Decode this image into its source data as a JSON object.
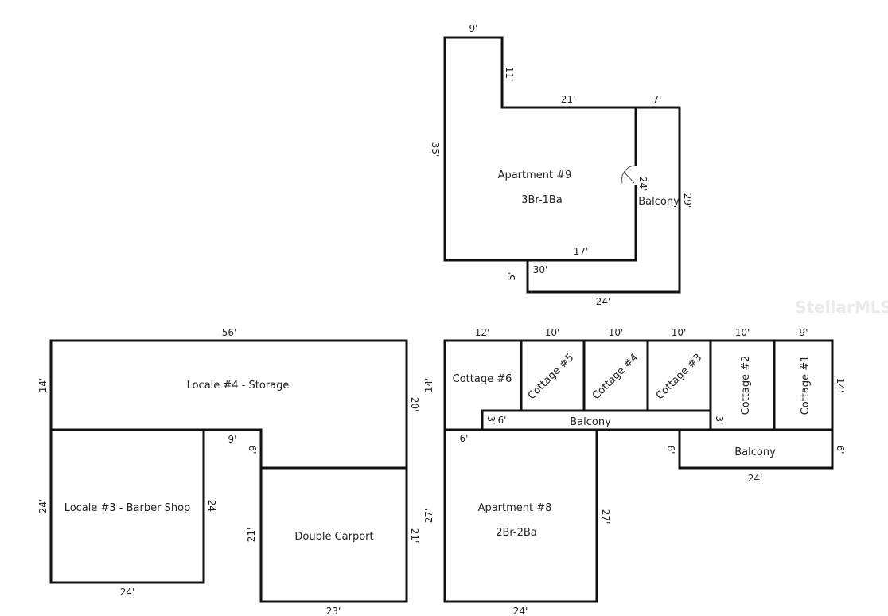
{
  "apartment9": {
    "name": "Apartment #9",
    "layout": "3Br-1Ba",
    "balcony": "Balcony",
    "dims": {
      "top": "9'",
      "notch": "11'",
      "mid_top": "21'",
      "balcony_top": "7'",
      "left": "35'",
      "inner_right": "24'",
      "balcony_right": "29'",
      "bottom": "17'",
      "step": "30'",
      "step_left": "5'",
      "balcony_bottom": "24'"
    }
  },
  "locale4": {
    "name": "Locale #4 - Storage",
    "dims": {
      "top": "56'",
      "left": "14'",
      "right": "20'",
      "gap_top": "9'",
      "gap_side": "6'"
    }
  },
  "locale3": {
    "name": "Locale #3 - Barber Shop",
    "dims": {
      "left": "24'",
      "right": "24'",
      "bottom": "24'"
    }
  },
  "carport": {
    "name": "Double Carport",
    "dims": {
      "left": "21'",
      "right": "21'",
      "bottom": "23'"
    }
  },
  "cottages": [
    {
      "name": "Cottage #6",
      "width": "12'"
    },
    {
      "name": "Cottage #5",
      "width": "10'"
    },
    {
      "name": "Cottage #4",
      "width": "10'"
    },
    {
      "name": "Cottage #3",
      "width": "10'"
    },
    {
      "name": "Cottage #2",
      "width": "10'"
    },
    {
      "name": "Cottage #1",
      "width": "9'"
    }
  ],
  "cottage_dims": {
    "left": "14'",
    "right": "14'",
    "balcony_depth": "3'",
    "balcony_offset": "6'",
    "cottage2_offset": "3'"
  },
  "lower_balcony": {
    "name": "Balcony",
    "upper_name": "Balcony",
    "dims": {
      "left": "6'",
      "right": "6'",
      "bottom": "24'"
    }
  },
  "apartment8": {
    "name": "Apartment #8",
    "layout": "2Br-2Ba",
    "dims": {
      "top_left": "6'",
      "left": "27'",
      "right": "27'",
      "bottom": "24'"
    }
  },
  "watermark": "StellarMLS"
}
